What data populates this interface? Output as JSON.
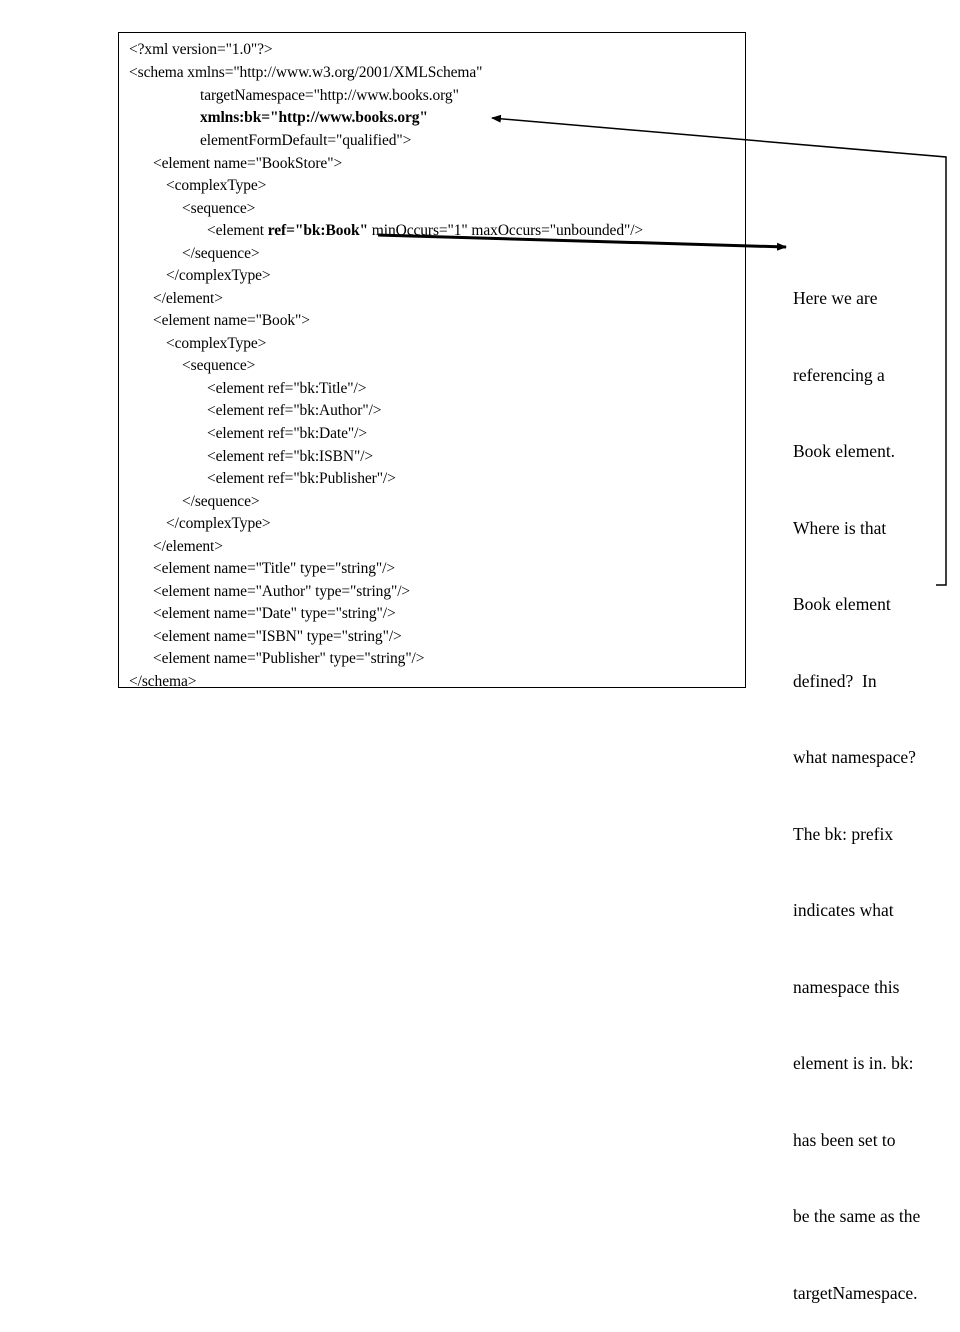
{
  "code": {
    "lines": [
      {
        "segments": [
          {
            "text": "<?xml version=\"1.0\"?>",
            "bold": false
          }
        ]
      },
      {
        "segments": [
          {
            "text": "<schema xmlns=\"http://www.w3.org/2001/XMLSchema\"",
            "bold": false
          }
        ]
      },
      {
        "segments": [
          {
            "text": "targetNamespace=\"http://www.books.org\"",
            "bold": false
          }
        ]
      },
      {
        "segments": [
          {
            "text": "xmlns:bk=\"http://www.books.org\"",
            "bold": true
          }
        ]
      },
      {
        "segments": [
          {
            "text": "elementFormDefault=\"qualified\">",
            "bold": false
          }
        ]
      },
      {
        "segments": [
          {
            "text": "<element name=\"BookStore\">",
            "bold": false
          }
        ]
      },
      {
        "segments": [
          {
            "text": "<complexType>",
            "bold": false
          }
        ]
      },
      {
        "segments": [
          {
            "text": "<sequence>",
            "bold": false
          }
        ]
      },
      {
        "segments": [
          {
            "text": "<element ",
            "bold": false
          },
          {
            "text": "ref=\"bk:Book\"",
            "bold": true
          },
          {
            "text": " minOccurs=\"1\" maxOccurs=\"unbounded\"/>",
            "bold": false
          }
        ]
      },
      {
        "segments": [
          {
            "text": "</sequence>",
            "bold": false
          }
        ]
      },
      {
        "segments": [
          {
            "text": "</complexType>",
            "bold": false
          }
        ]
      },
      {
        "segments": [
          {
            "text": "</element>",
            "bold": false
          }
        ]
      },
      {
        "segments": [
          {
            "text": "<element name=\"Book\">",
            "bold": false
          }
        ]
      },
      {
        "segments": [
          {
            "text": "<complexType>",
            "bold": false
          }
        ]
      },
      {
        "segments": [
          {
            "text": "<sequence>",
            "bold": false
          }
        ]
      },
      {
        "segments": [
          {
            "text": "<element ref=\"bk:Title\"/>",
            "bold": false
          }
        ]
      },
      {
        "segments": [
          {
            "text": "<element ref=\"bk:Author\"/>",
            "bold": false
          }
        ]
      },
      {
        "segments": [
          {
            "text": "<element ref=\"bk:Date\"/>",
            "bold": false
          }
        ]
      },
      {
        "segments": [
          {
            "text": "<element ref=\"bk:ISBN\"/>",
            "bold": false
          }
        ]
      },
      {
        "segments": [
          {
            "text": "<element ref=\"bk:Publisher\"/>",
            "bold": false
          }
        ]
      },
      {
        "segments": [
          {
            "text": "</sequence>",
            "bold": false
          }
        ]
      },
      {
        "segments": [
          {
            "text": "</complexType>",
            "bold": false
          }
        ]
      },
      {
        "segments": [
          {
            "text": "</element>",
            "bold": false
          }
        ]
      },
      {
        "segments": [
          {
            "text": "<element name=\"Title\" type=\"string\"/>",
            "bold": false
          }
        ]
      },
      {
        "segments": [
          {
            "text": "<element name=\"Author\" type=\"string\"/>",
            "bold": false
          }
        ]
      },
      {
        "segments": [
          {
            "text": "<element name=\"Date\" type=\"string\"/>",
            "bold": false
          }
        ]
      },
      {
        "segments": [
          {
            "text": "<element name=\"ISBN\" type=\"string\"/>",
            "bold": false
          }
        ]
      },
      {
        "segments": [
          {
            "text": "<element name=\"Publisher\" type=\"string\"/>",
            "bold": false
          }
        ]
      },
      {
        "segments": [
          {
            "text": "</schema>",
            "bold": false
          }
        ]
      }
    ]
  },
  "note": {
    "lines": [
      "Here we are",
      "referencing a",
      "Book element.",
      "Where is that",
      "Book element",
      "defined?  In",
      "what namespace?",
      "The bk: prefix",
      "indicates what",
      "namespace this",
      "element is in. bk:",
      "has been set to",
      "be the same as the",
      "targetNamespace."
    ]
  }
}
